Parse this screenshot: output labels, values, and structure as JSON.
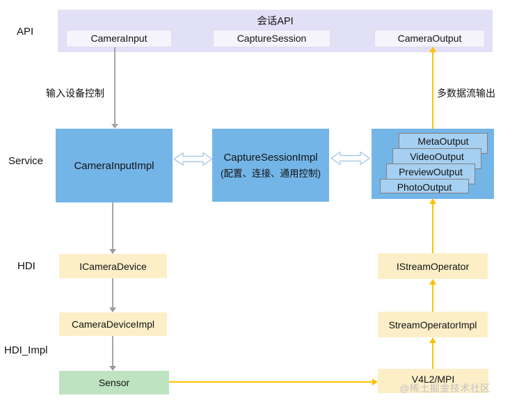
{
  "layers": {
    "api": "API",
    "service": "Service",
    "hdi": "HDI",
    "hdi_impl": "HDI_Impl"
  },
  "banner": {
    "title": "会话API",
    "items": {
      "camera_input": "CameraInput",
      "capture_session": "CaptureSession",
      "camera_output": "CameraOutput"
    }
  },
  "service": {
    "camera_input_impl": "CameraInputImpl",
    "capture_session_impl": {
      "line1": "CaptureSessionImpl",
      "line2": "(配置、连接、通用控制)"
    },
    "outputs": {
      "meta": "MetaOutput",
      "video": "VideoOutput",
      "preview": "PreviewOutput",
      "photo": "PhotoOutput"
    }
  },
  "hdi": {
    "icamera_device": "ICameraDevice",
    "istream_operator": "IStreamOperator"
  },
  "hdi_impl": {
    "camera_device_impl": "CameraDeviceImpl",
    "stream_operator_impl": "StreamOperatorImpl"
  },
  "bottom": {
    "sensor": "Sensor",
    "v4l2": "V4L2/MPI"
  },
  "edge_labels": {
    "input_control": "输入设备控制",
    "multi_stream": "多数据流输出"
  },
  "watermark": {
    "text": "@稀土掘金技术社区"
  },
  "colors": {
    "banner_bg": "#e2e0f7",
    "banner_item_bg": "#f5f4fc",
    "service_blue": "#74b5e8",
    "stack_item_blue": "#a6d0f2",
    "hdi_cream": "#fcefc8",
    "sensor_green": "#bee3c0",
    "gray_arrow": "#a6a6a6",
    "gold_arrow": "#ffc000",
    "double_arrow_stroke": "#9cc2e8",
    "watermark_gray": "#c2c2c2"
  }
}
